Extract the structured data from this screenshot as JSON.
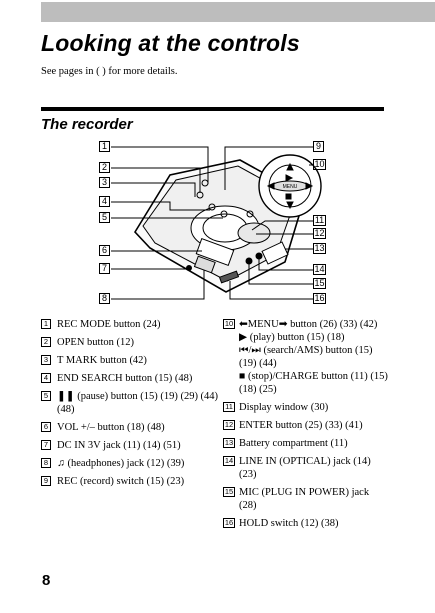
{
  "page_title": "Looking at the controls",
  "intro": "See pages in ( ) for more details.",
  "section_title": "The recorder",
  "panel_label": "MENU",
  "callouts": [
    "1",
    "2",
    "3",
    "4",
    "5",
    "6",
    "7",
    "8",
    "9",
    "10",
    "11",
    "12",
    "13",
    "14",
    "15",
    "16"
  ],
  "left_items": [
    {
      "num": "1",
      "text": "REC MODE button (24)"
    },
    {
      "num": "2",
      "text": "OPEN button (12)"
    },
    {
      "num": "3",
      "text": "T MARK button (42)"
    },
    {
      "num": "4",
      "text": "END SEARCH button (15) (48)"
    },
    {
      "num": "5",
      "text": "❚❚ (pause) button (15) (19) (29) (44) (48)"
    },
    {
      "num": "6",
      "text": "VOL +/– button (18) (48)"
    },
    {
      "num": "7",
      "text": "DC IN 3V jack (11) (14) (51)"
    },
    {
      "num": "8",
      "text": "♫ (headphones) jack (12) (39)"
    },
    {
      "num": "9",
      "text": "REC (record) switch (15) (23)"
    }
  ],
  "right_items": [
    {
      "num": "10",
      "text": "⬅MENU➡ button (26) (33) (42)"
    },
    {
      "num": "",
      "text": "▶ (play) button (15) (18)"
    },
    {
      "num": "",
      "text": "⏮/⏭ (search/AMS) button (15) (19) (44)"
    },
    {
      "num": "",
      "text": "■ (stop)/CHARGE button (11) (15) (18) (25)"
    },
    {
      "num": "11",
      "text": "Display window (30)"
    },
    {
      "num": "12",
      "text": "ENTER button (25) (33) (41)"
    },
    {
      "num": "13",
      "text": "Battery compartment (11)"
    },
    {
      "num": "14",
      "text": "LINE IN (OPTICAL) jack (14) (23)"
    },
    {
      "num": "15",
      "text": "MIC (PLUG IN POWER) jack (28)"
    },
    {
      "num": "16",
      "text": "HOLD switch (12) (38)"
    }
  ],
  "page_number": "8"
}
